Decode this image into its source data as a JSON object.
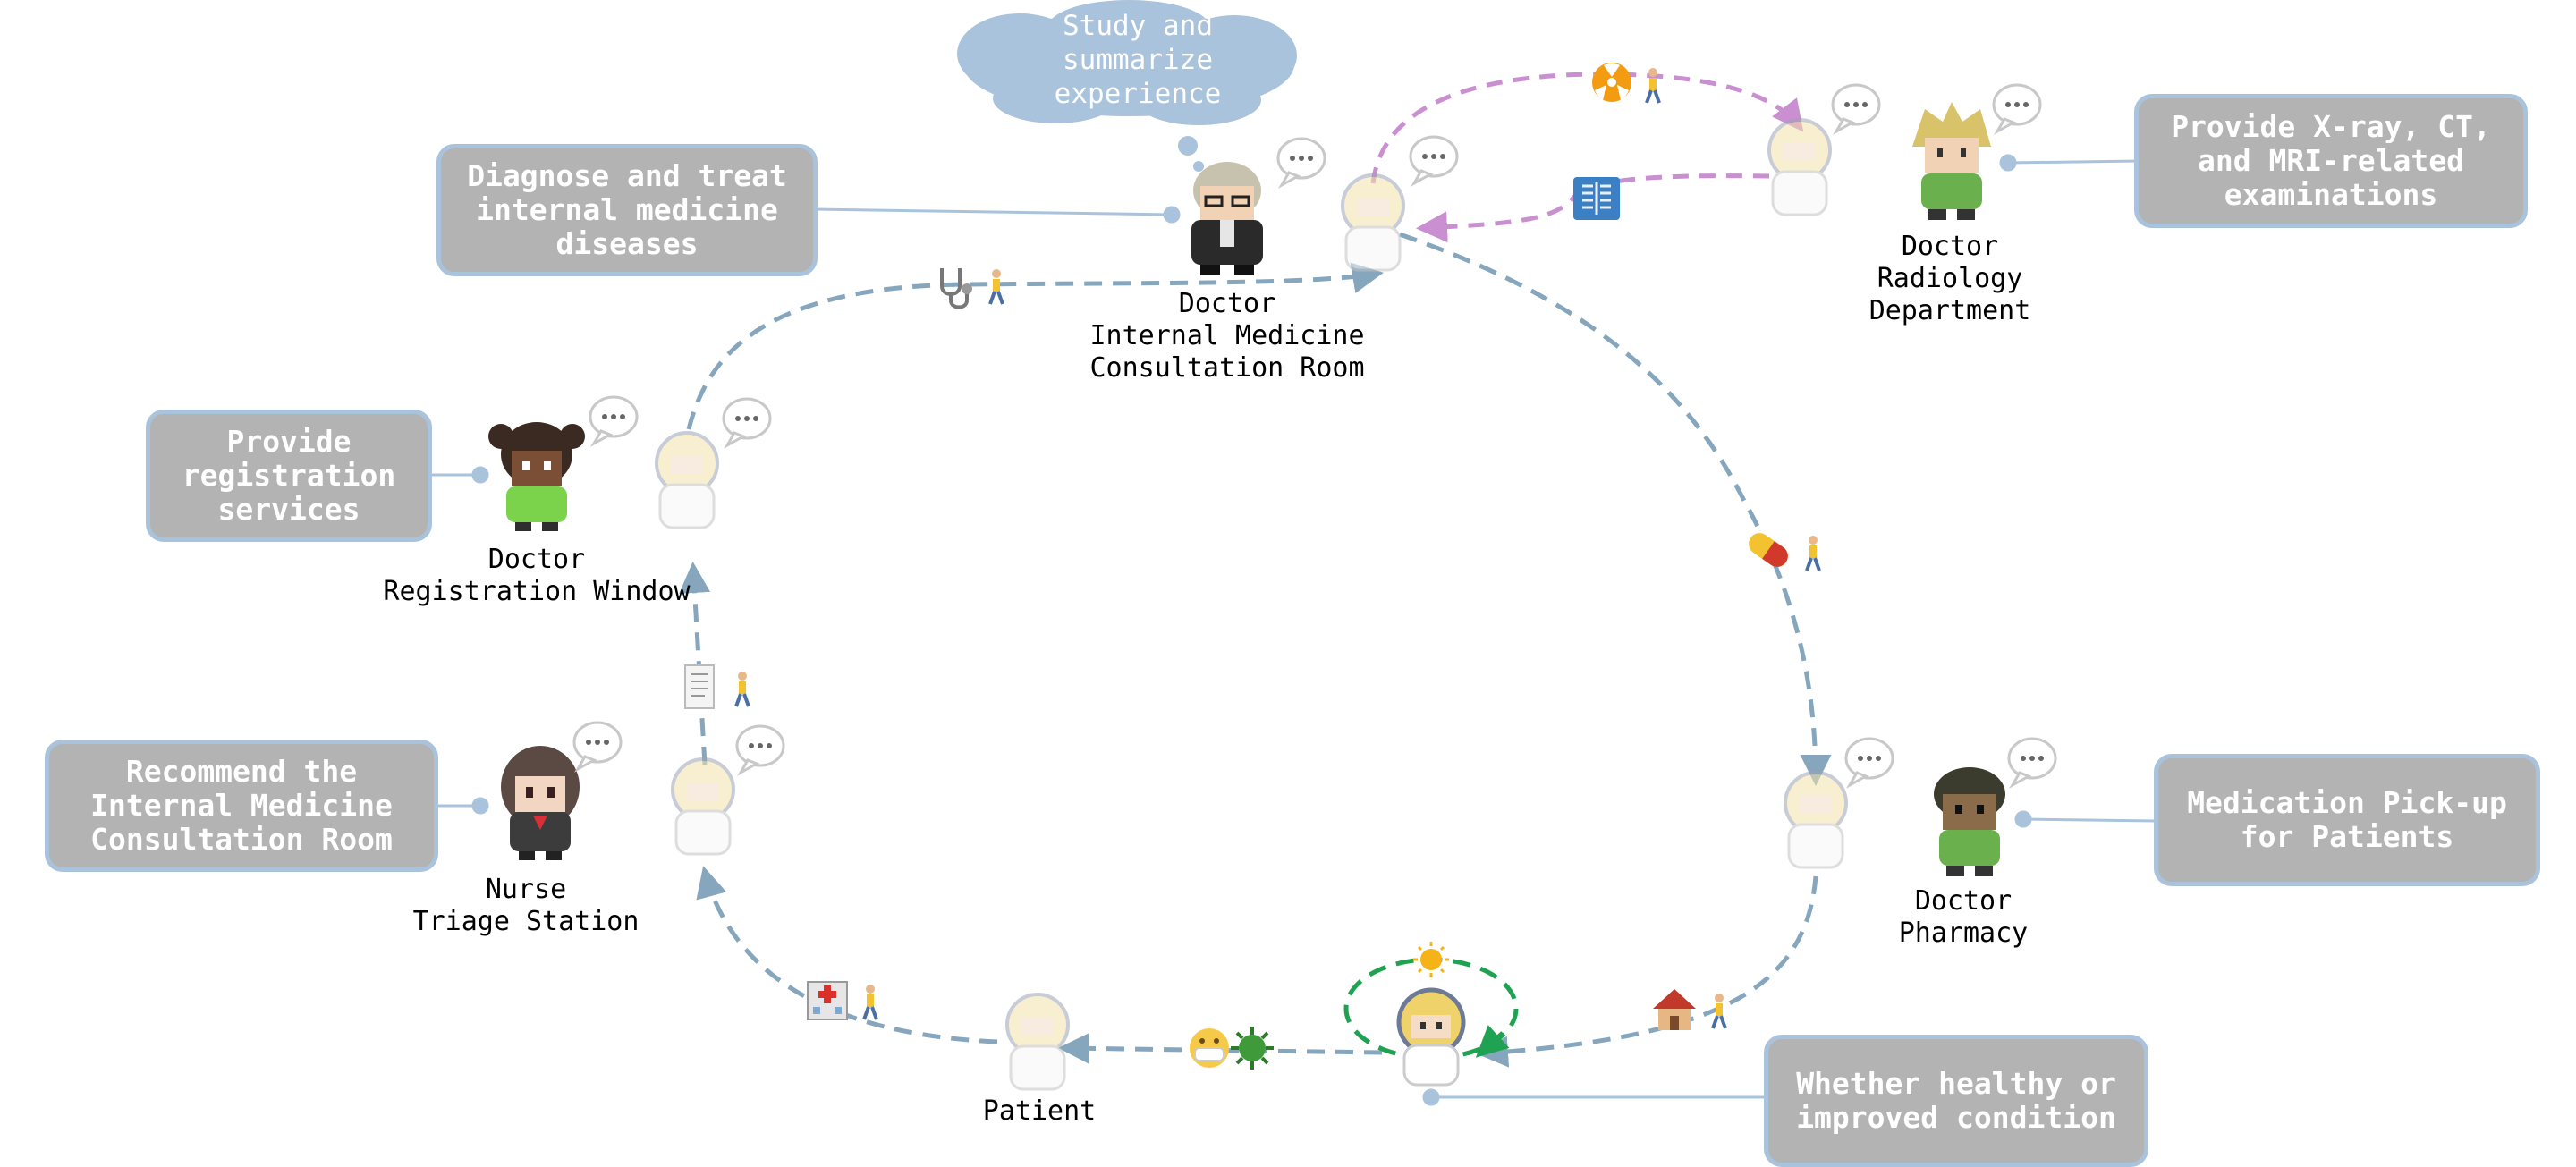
{
  "colors": {
    "flow": "#86a6bd",
    "radiology_flow": "#c98fd1",
    "health_loop": "#1fa352",
    "label_fill": "#b3b3b3",
    "label_border": "#a9c3dc",
    "cloud": "#a9c3dc"
  },
  "cloud": {
    "text": "Study and\nsummarize\nexperience"
  },
  "roles": [
    {
      "id": "internal",
      "desc": "Diagnose and treat\ninternal medicine\ndiseases",
      "place": "Doctor\nInternal Medicine\nConsultation Room"
    },
    {
      "id": "radiology",
      "desc": "Provide X-ray, CT,\nand MRI-related\nexaminations",
      "place": "Doctor\nRadiology\nDepartment"
    },
    {
      "id": "registration",
      "desc": "Provide\nregistration\nservices",
      "place": "Doctor\nRegistration Window"
    },
    {
      "id": "triage",
      "desc": "Recommend the\nInternal Medicine\nConsultation Room",
      "place": "Nurse\nTriage Station"
    },
    {
      "id": "pharmacy",
      "desc": "Medication Pick-up\nfor Patients",
      "place": "Doctor\nPharmacy"
    },
    {
      "id": "health",
      "desc": "Whether healthy or\nimproved condition",
      "place": ""
    }
  ],
  "patient_label": "Patient",
  "icons": {
    "stethoscope": "stethoscope-icon",
    "radiation": "radiation-icon",
    "xray": "xray-icon",
    "pill": "pill-icon",
    "house": "house-icon",
    "mask": "mask-face-icon",
    "virus": "virus-icon",
    "hospital": "hospital-icon",
    "receipt": "receipt-icon",
    "sun": "sun-icon",
    "walker": "walking-person-icon",
    "speech": "speech-bubble-icon"
  }
}
